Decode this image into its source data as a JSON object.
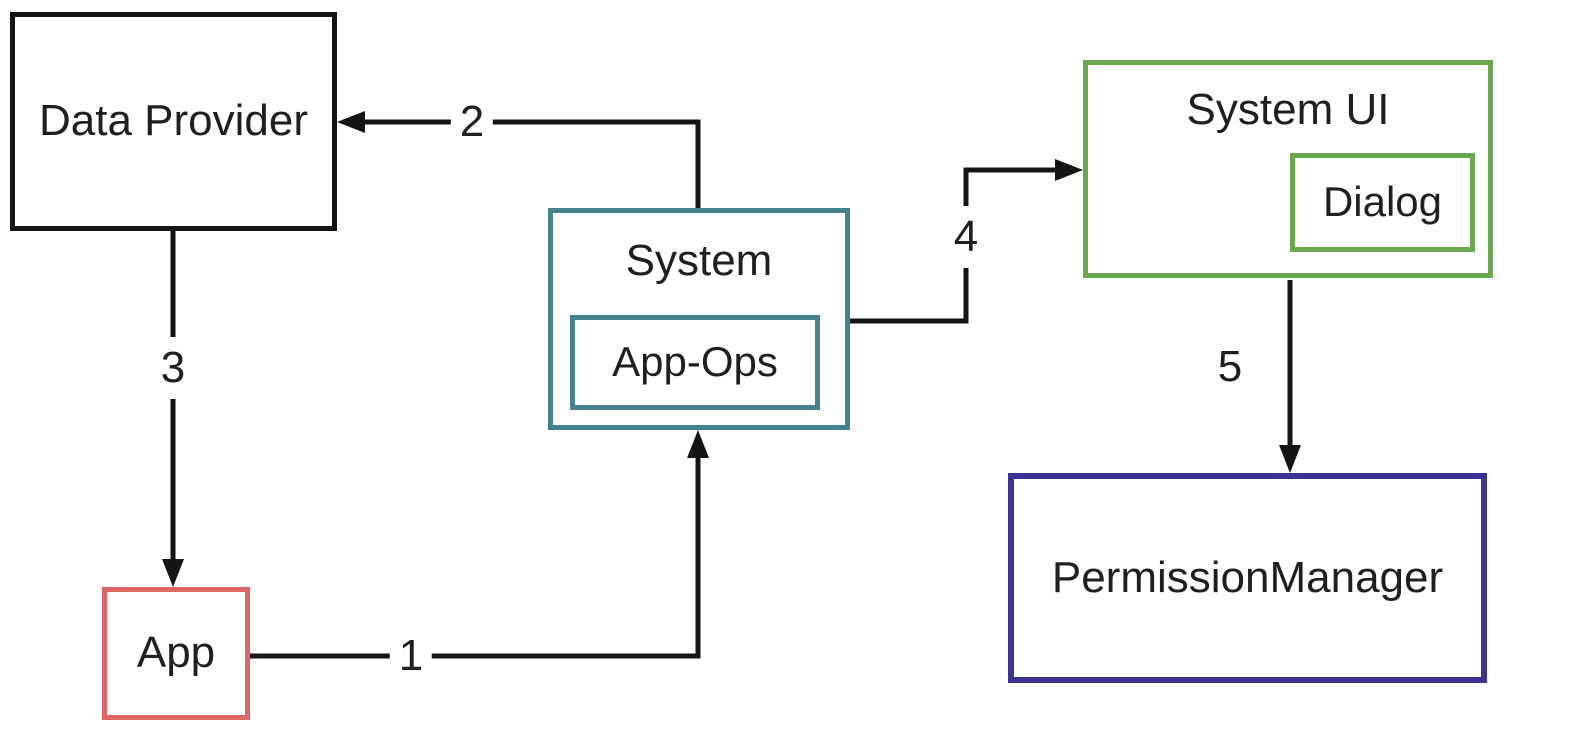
{
  "diagram": {
    "line_color": "#141414",
    "text_color": "#1f1f1f",
    "nodes": {
      "data_provider": {
        "label": "Data Provider",
        "border_color": "#141414"
      },
      "system": {
        "label": "System",
        "border_color": "#45818e"
      },
      "app_ops": {
        "label": "App-Ops",
        "border_color": "#45818e"
      },
      "system_ui": {
        "label": "System UI",
        "border_color": "#6aa84f"
      },
      "dialog": {
        "label": "Dialog",
        "border_color": "#6aa84f"
      },
      "app": {
        "label": "App",
        "border_color": "#e06666"
      },
      "permission_manager": {
        "label": "PermissionManager",
        "border_color": "#3d3195"
      }
    },
    "edges": [
      {
        "label": "1",
        "from": "app",
        "to": "system"
      },
      {
        "label": "2",
        "from": "system",
        "to": "data_provider"
      },
      {
        "label": "3",
        "from": "data_provider",
        "to": "app"
      },
      {
        "label": "4",
        "from": "system",
        "to": "system_ui"
      },
      {
        "label": "5",
        "from": "system_ui",
        "to": "permission_manager"
      }
    ]
  }
}
